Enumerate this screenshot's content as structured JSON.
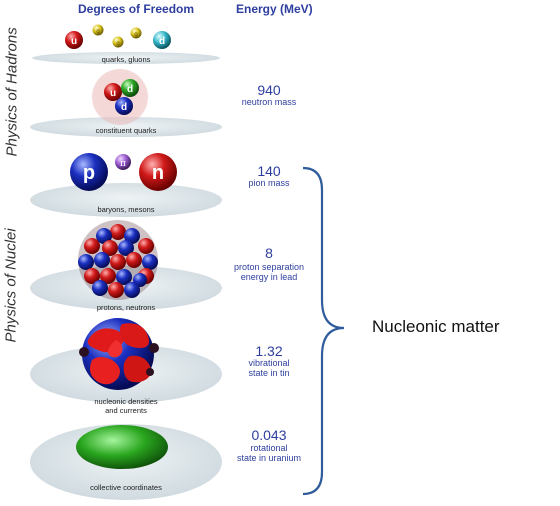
{
  "headers": {
    "dof": "Degrees of Freedom",
    "energy": "Energy (MeV)"
  },
  "side_labels": {
    "hadrons": "Physics of Hadrons",
    "nuclei": "Physics of Nuclei"
  },
  "levels": [
    {
      "label": "quarks, gluons",
      "energy": "",
      "caption": ""
    },
    {
      "label": "constituent quarks",
      "energy": "940",
      "caption": "neutron mass"
    },
    {
      "label": "baryons, mesons",
      "energy": "140",
      "caption": "pion mass"
    },
    {
      "label": "protons, neutrons",
      "energy": "8",
      "caption_l1": "proton separation",
      "caption_l2": "energy in lead"
    },
    {
      "label_l1": "nucleonic densities",
      "label_l2": "and currents",
      "energy": "1.32",
      "caption_l1": "vibrational",
      "caption_l2": "state in tin"
    },
    {
      "label": "collective coordinates",
      "energy": "0.043",
      "caption_l1": "rotational",
      "caption_l2": "state in uranium"
    }
  ],
  "particles": {
    "quarks": [
      "u",
      "g",
      "g",
      "g",
      "d"
    ],
    "constituent": [
      "u",
      "d",
      "d"
    ],
    "hadrons": [
      "p",
      "π",
      "n"
    ]
  },
  "brace_label": "Nucleonic matter",
  "colors": {
    "accent": "#2e3e9e",
    "brace": "#2f5c9a",
    "disk": "#dde4e8"
  }
}
